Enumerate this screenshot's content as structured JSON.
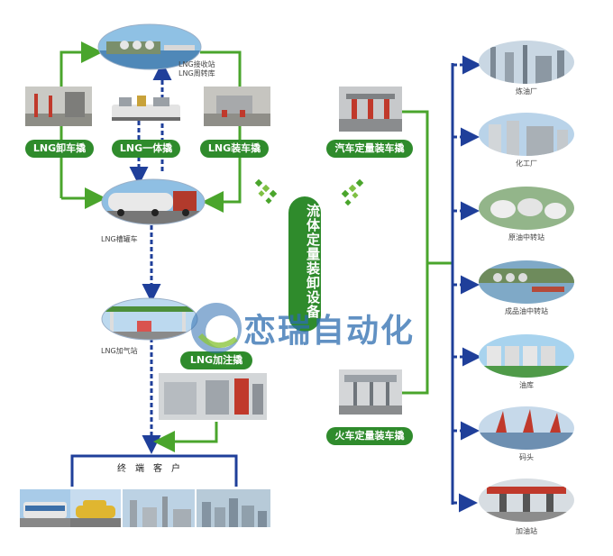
{
  "title": "流体定量装卸设备",
  "logo": {
    "text": "恋瑞自动化"
  },
  "lng": {
    "terminal_caption_1": "LNG接收站",
    "terminal_caption_2": "LNG周转库",
    "unload_label": "LNG卸车撬",
    "integrated_label": "LNG一体撬",
    "load_label": "LNG装车撬",
    "tanker_caption": "LNG槽罐车",
    "station_caption": "LNG加气站",
    "fueling_label": "LNG加注撬",
    "end_customer_label": "终端客户"
  },
  "right": {
    "truck_label": "汽车定量装车撬",
    "train_label": "火车定量装车撬",
    "destinations": [
      "炼油厂",
      "化工厂",
      "原油中转站",
      "成品油中转站",
      "油库",
      "码头",
      "加油站"
    ]
  },
  "colors": {
    "green": "#4aa52c",
    "pill": "#2f8b2c",
    "blue": "#1f3f9a",
    "logo": "#2d6db0"
  }
}
